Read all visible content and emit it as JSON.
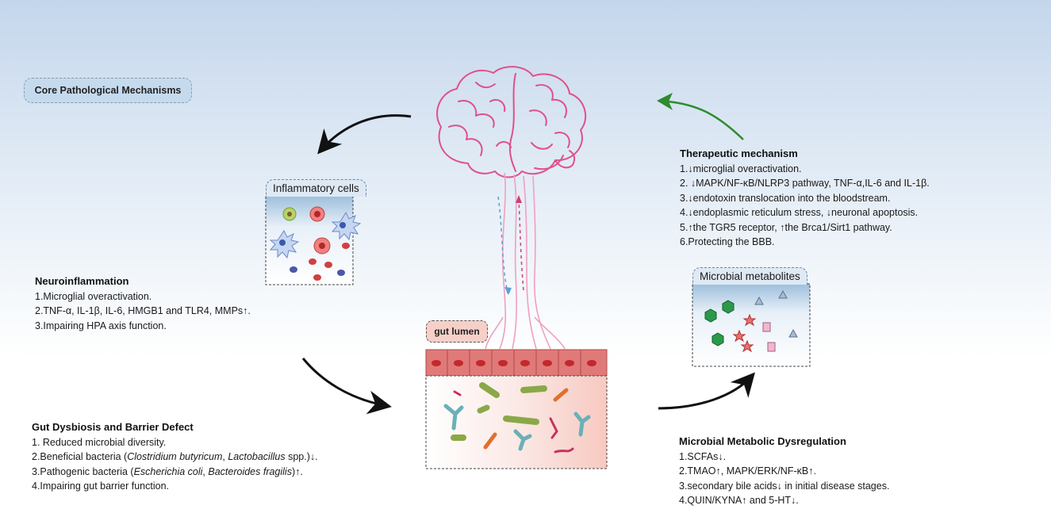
{
  "core_label": "Core Pathological Mechanisms",
  "neuroinflammation": {
    "title": "Neuroinflammation",
    "items": [
      "1.Microglial overactivation.",
      "2.TNF-α, IL-1β, IL-6, HMGB1 and TLR4, MMPs↑.",
      "3.Impairing HPA axis function."
    ]
  },
  "gut_dysbiosis": {
    "title": "Gut Dysbiosis and Barrier Defect",
    "item1": "1. Reduced microbial diversity.",
    "item2": {
      "prefix": "2.Beneficial bacteria (",
      "species_a": "Clostridium butyricum",
      "sep": ", ",
      "species_b": "Lactobacillus",
      "suffix": " spp.)↓."
    },
    "item3": {
      "prefix": "3.Pathogenic bacteria (",
      "species_a": "Escherichia coli",
      "sep": ", ",
      "species_b": "Bacteroides fragilis",
      "suffix": ")↑."
    },
    "item4": "4.Impairing gut barrier function."
  },
  "therapeutic": {
    "title": "Therapeutic mechanism",
    "items": [
      "1.↓microglial overactivation.",
      "2. ↓MAPK/NF-κB/NLRP3 pathway, TNF-α,IL-6 and IL-1β.",
      "3.↓endotoxin translocation into the bloodstream.",
      "4.↓endoplasmic reticulum stress, ↓neuronal apoptosis.",
      "5.↑the TGR5 receptor, ↑the Brca1/Sirt1 pathway.",
      "6.Protecting the BBB."
    ]
  },
  "metabolic": {
    "title": "Microbial Metabolic Dysregulation",
    "items": [
      "1.SCFAs↓.",
      "2.TMAO↑, MAPK/ERK/NF-κB↑.",
      "3.secondary bile acids↓ in initial disease stages.",
      "4.QUIN/KYNA↑ and 5-HT↓."
    ]
  },
  "inflammatory_cells_label": "Inflammatory cells",
  "microbial_metabolites_label": "Microbial metabolites",
  "gut_lumen_label": "gut lumen",
  "colors": {
    "brain": "#e0508a",
    "nerve": "#f0a0bf",
    "black_arrow": "#111111",
    "green_arrow": "#2e8b2e",
    "epithelium": "#e07a78",
    "nucleus": "#c4282e"
  }
}
